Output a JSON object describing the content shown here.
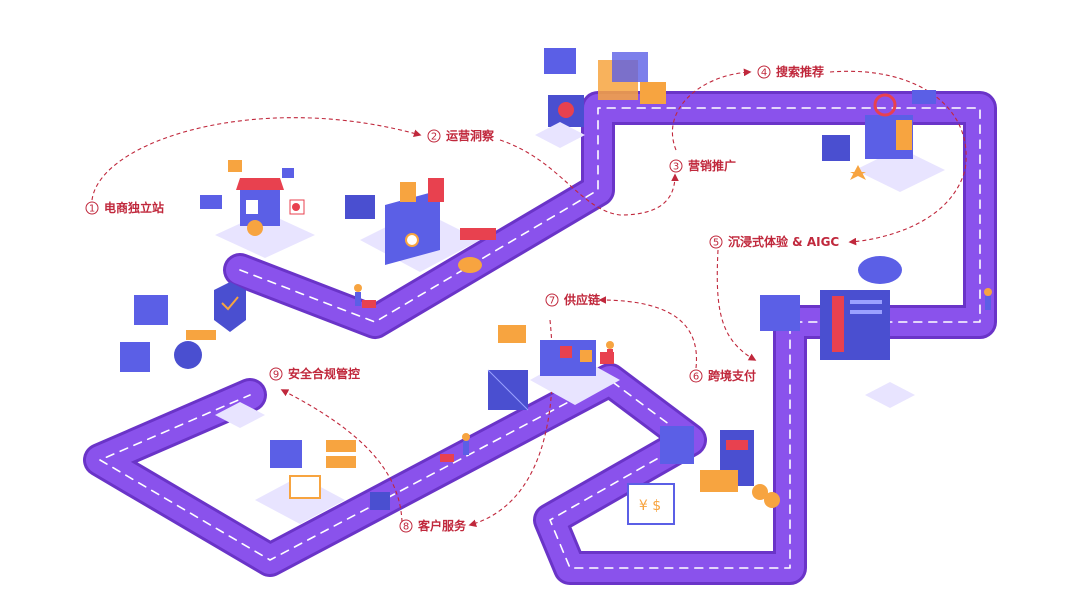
{
  "steps": [
    {
      "num": "1",
      "label": "电商独立站"
    },
    {
      "num": "2",
      "label": "运营洞察"
    },
    {
      "num": "3",
      "label": "营销推广"
    },
    {
      "num": "4",
      "label": "搜索推荐"
    },
    {
      "num": "5",
      "label": "沉浸式体验 & AIGC"
    },
    {
      "num": "6",
      "label": "跨境支付"
    },
    {
      "num": "7",
      "label": "供应链"
    },
    {
      "num": "8",
      "label": "客户服务"
    },
    {
      "num": "9",
      "label": "安全合规管控"
    }
  ],
  "colors": {
    "road": "#8a52ec",
    "road_edge": "#6a34c8",
    "road_dash": "#ffffff",
    "arrow": "#c0283c",
    "screen": "#5b5fe6",
    "accent_orange": "#f7a440",
    "accent_red": "#e8414f"
  },
  "icons": [
    "storefront-icon",
    "analytics-board-icon",
    "megaphone-icon",
    "search-person-icon",
    "cloud-server-icon",
    "payment-atm-icon",
    "logistics-warehouse-icon",
    "customer-service-icon",
    "security-shield-icon"
  ]
}
